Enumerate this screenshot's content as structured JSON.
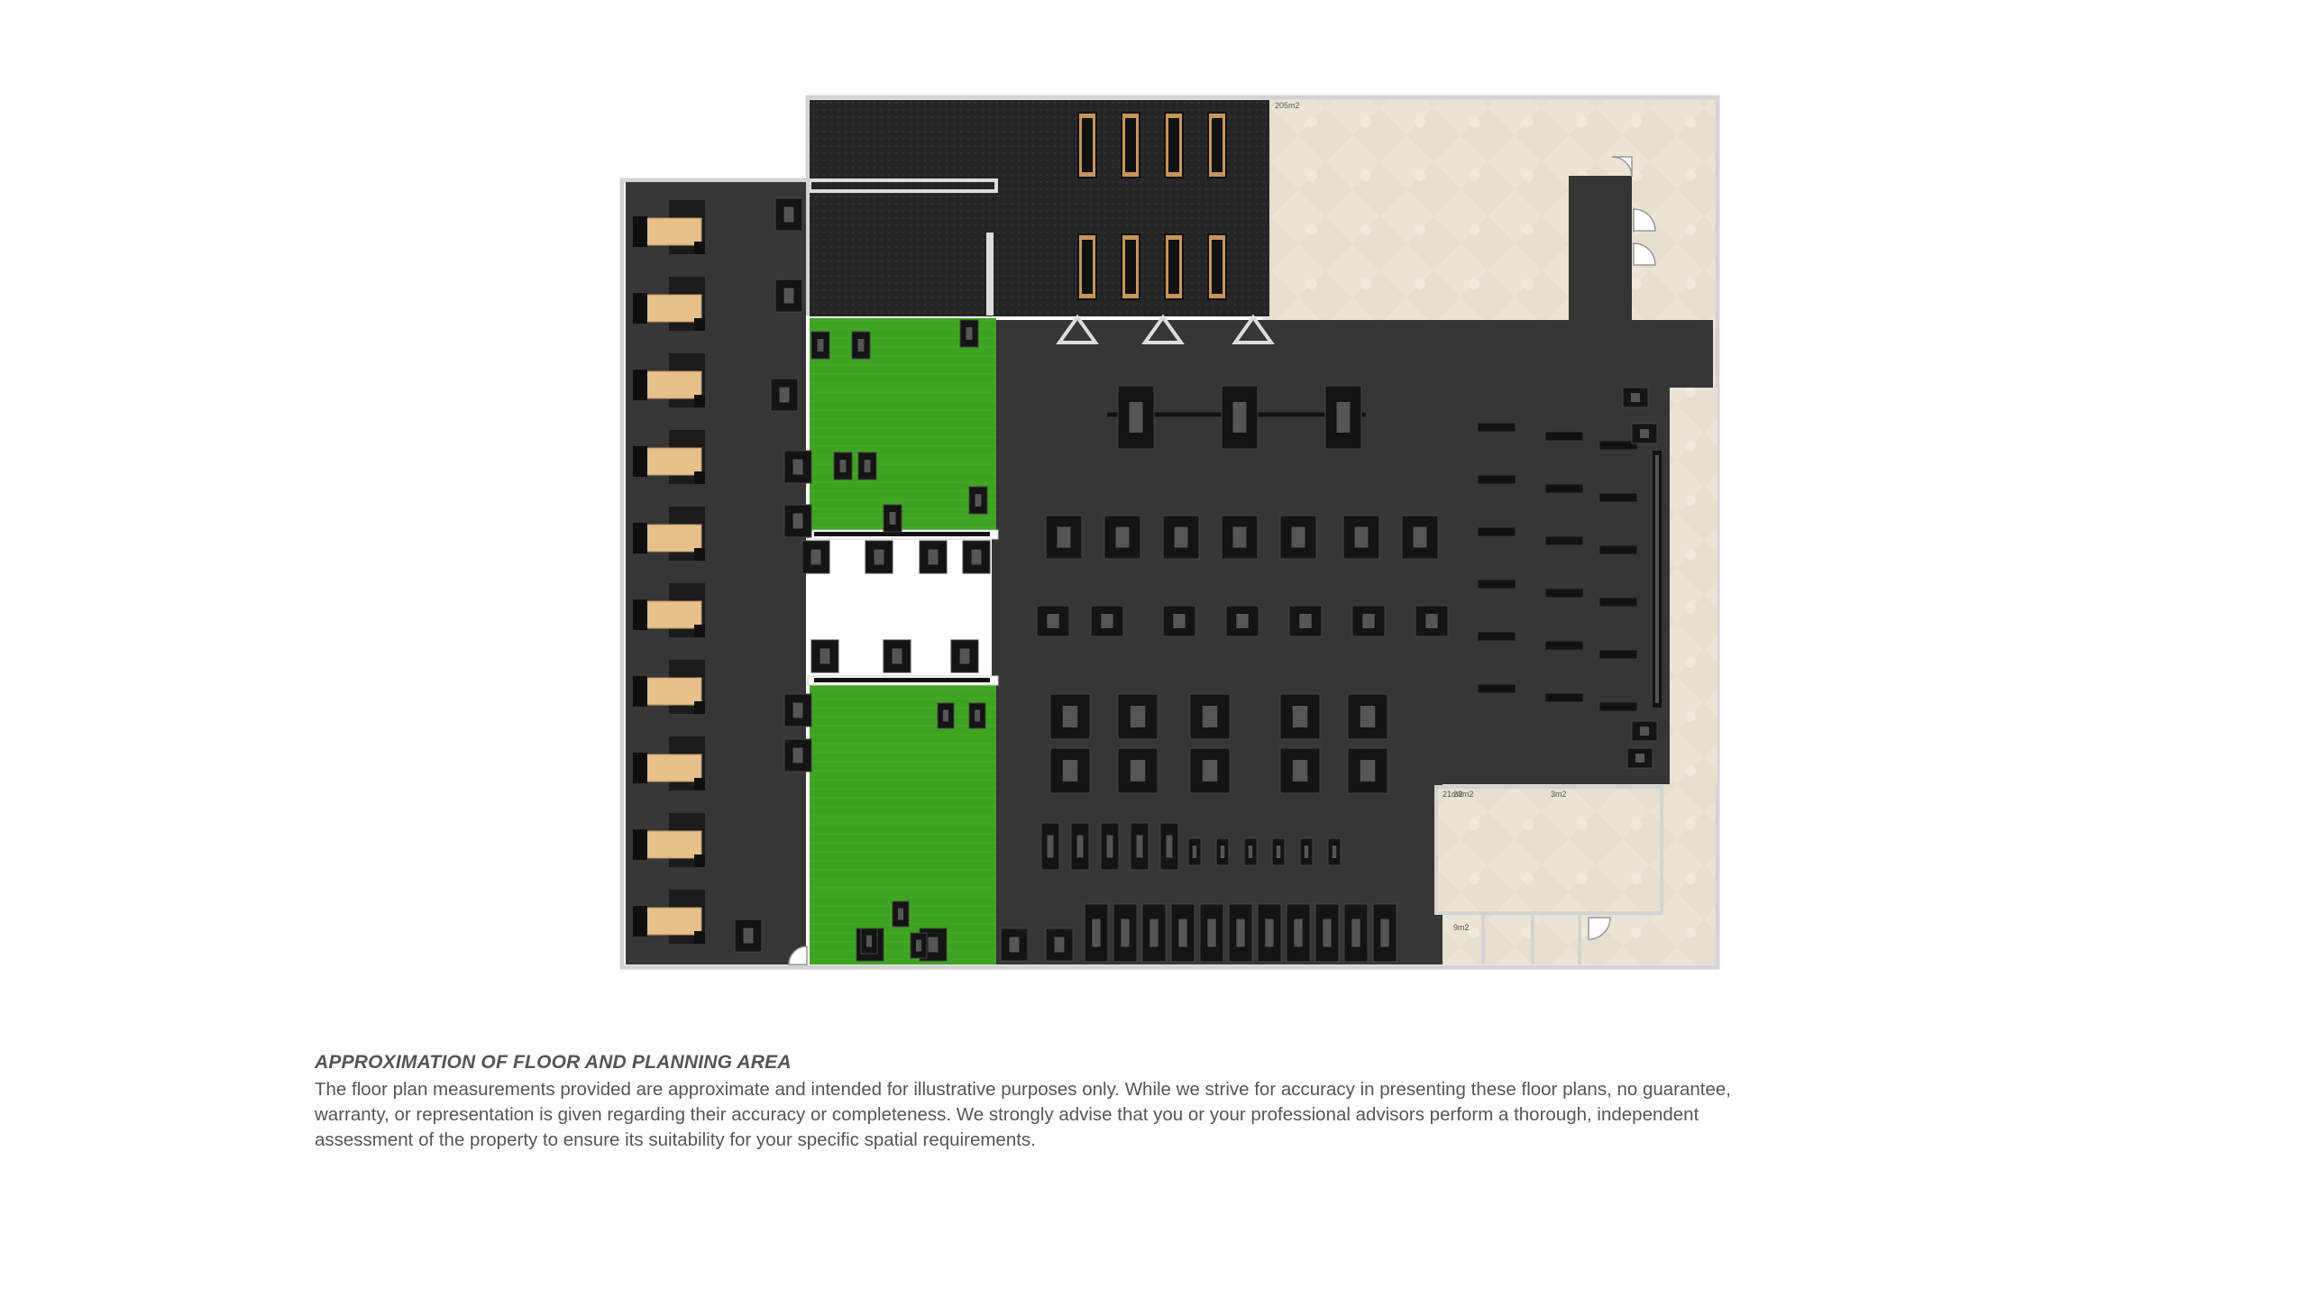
{
  "plan": {
    "area_labels": {
      "top_right_room": "205m2",
      "lower_room_left": "21m2",
      "lower_room_overlap": "28m2",
      "lower_room_right": "3m2",
      "entry_room": "9m2"
    },
    "colors": {
      "gym_floor": "#363636",
      "rubber_floor": "#262626",
      "turf": "#3fa521",
      "marble": "#ece6d6",
      "wall": "#d5d5d5",
      "wood": "#e5bf8c",
      "equipment": "#111111"
    }
  },
  "disclaimer": {
    "title": "APPROXIMATION OF FLOOR AND PLANNING AREA",
    "body": "The floor plan measurements provided are approximate and intended for illustrative purposes only. While we strive for accuracy in presenting these floor plans, no guarantee, warranty, or representation is given regarding their accuracy or completeness. We strongly advise that you or your professional advisors perform a thorough, independent assessment of the property to ensure its suitability for your specific spatial requirements."
  }
}
